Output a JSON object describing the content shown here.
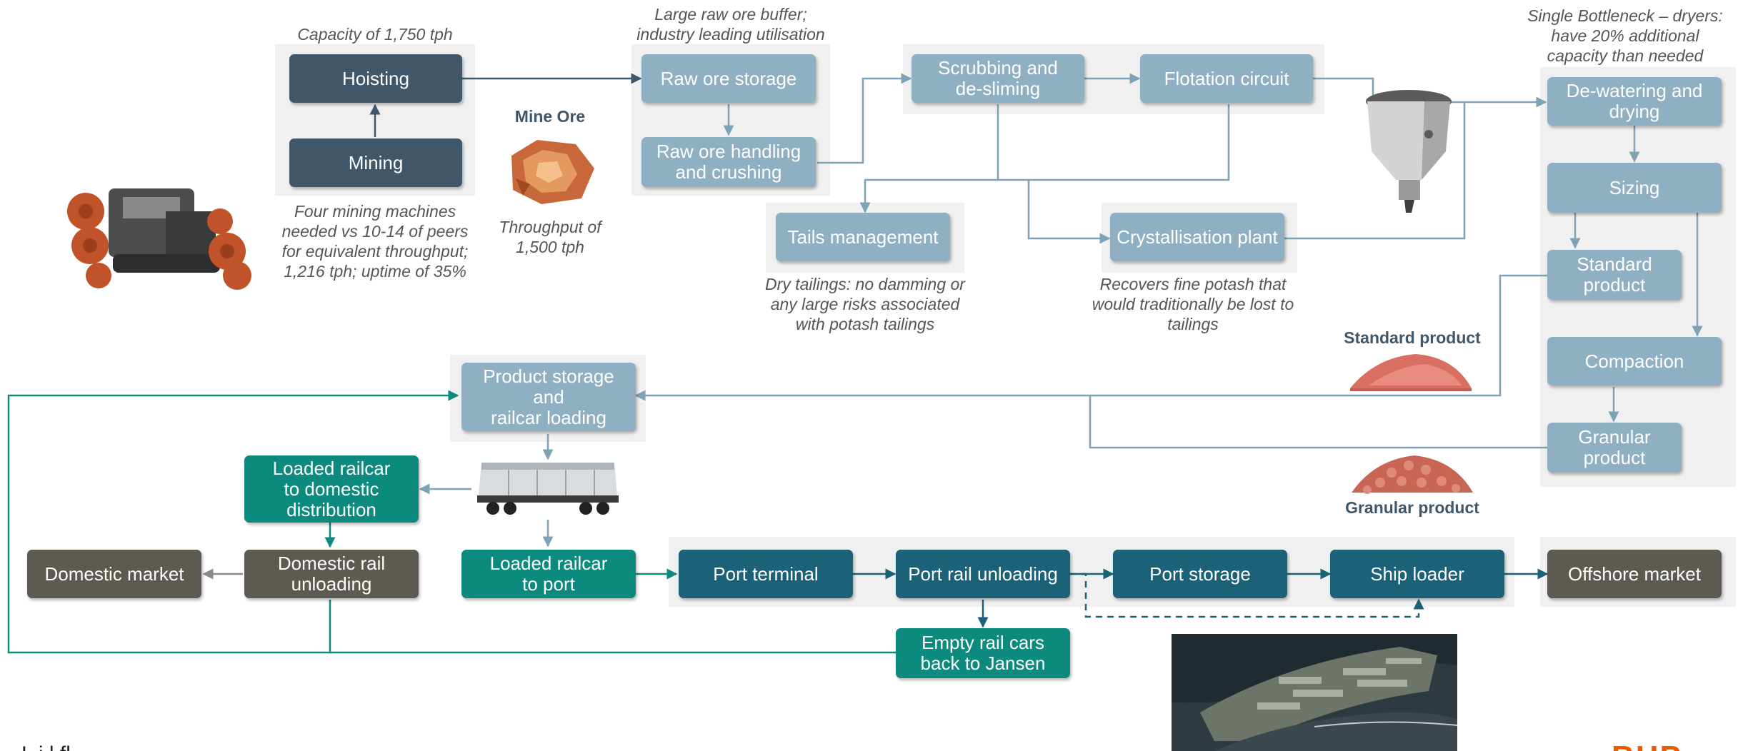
{
  "nodes": {
    "hoisting": "Hoisting",
    "mining": "Mining",
    "raw_ore_storage": "Raw ore storage",
    "raw_ore_handling": "Raw ore handling\nand crushing",
    "scrubbing": "Scrubbing and\nde-sliming",
    "flotation": "Flotation circuit",
    "tails": "Tails management",
    "crystallisation": "Crystallisation plant",
    "dewatering": "De-watering and\ndrying",
    "sizing": "Sizing",
    "standard_product": "Standard\nproduct",
    "compaction": "Compaction",
    "granular_product": "Granular\nproduct",
    "product_storage": "Product storage\nand\nrailcar loading",
    "loaded_railcar_domestic": "Loaded railcar\nto domestic\ndistribution",
    "domestic_market": "Domestic market",
    "domestic_rail_unloading": "Domestic rail\nunloading",
    "loaded_railcar_port": "Loaded railcar\nto port",
    "port_terminal": "Port terminal",
    "port_rail_unloading": "Port rail unloading",
    "port_storage": "Port storage",
    "ship_loader": "Ship loader",
    "offshore_market": "Offshore market",
    "empty_rail_cars": "Empty rail cars\nback to Jansen"
  },
  "notes": {
    "capacity": "Capacity of 1,750 tph",
    "raw_buffer": "Large raw ore buffer;\nindustry leading utilisation",
    "bottleneck": "Single Bottleneck – dryers:\nhave 20% additional\ncapacity than needed",
    "mining_machines": "Four mining machines\nneeded vs 10-14 of peers\nfor equivalent throughput;\n1,216 tph; uptime of 35%",
    "throughput": "Throughput of\n1,500 tph",
    "dry_tailings": "Dry tailings: no damming or\nany large risks associated\nwith potash tailings",
    "recovers": "Recovers fine potash that\nwould traditionally be lost to\ntailings"
  },
  "labels": {
    "mine_ore": "Mine Ore",
    "standard_product": "Standard product",
    "granular_product": "Granular product"
  },
  "footer": {
    "partial_text": "L         i l fl",
    "brand": "BHP"
  },
  "images": {
    "mining_machine": "continuous-miner-machine",
    "ore": "potash-ore-crystal",
    "flotation_cell": "flotation-cell-tank",
    "standard_pile": "standard-product-pile",
    "granular_pile": "granular-product-pile",
    "railcar": "hopper-railcar",
    "port": "port-aerial-photo"
  },
  "colors": {
    "dark_slate": "#3f5768",
    "light_blue": "#8fb0c2",
    "navy": "#1b6278",
    "teal": "#0d8a7e",
    "grey": "#5d5a52",
    "connector_blue": "#7fa3b6",
    "connector_teal": "#0d8a7e",
    "connector_navy": "#1b6278",
    "brand_orange": "#e85d04"
  }
}
